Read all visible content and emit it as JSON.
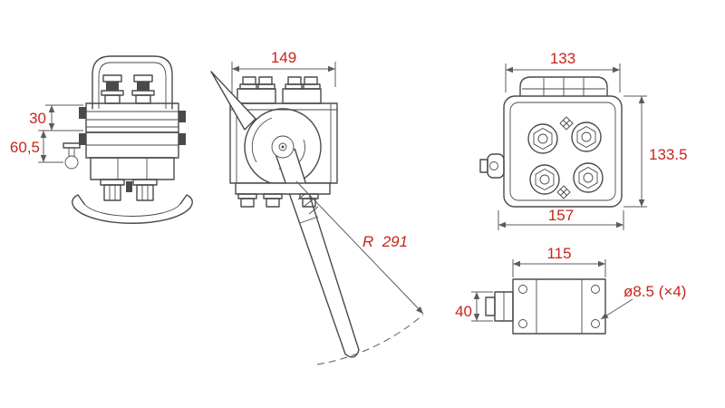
{
  "drawing": {
    "colors": {
      "background": "#ffffff",
      "line": "#4a4a4a",
      "dim_line": "#5b5b5b",
      "dim_text": "#c8241b"
    },
    "dimensions": {
      "side_top_offset": "30",
      "side_pin_offset": "60,5",
      "front_width": "149",
      "lever_swing_radius": "R  291",
      "top_width": "133",
      "top_height": "133.5",
      "top_width_overall": "157",
      "base_hole_spacing": "115",
      "base_tab_height": "40",
      "base_hole_note": "ø8.5 (×4)"
    }
  }
}
